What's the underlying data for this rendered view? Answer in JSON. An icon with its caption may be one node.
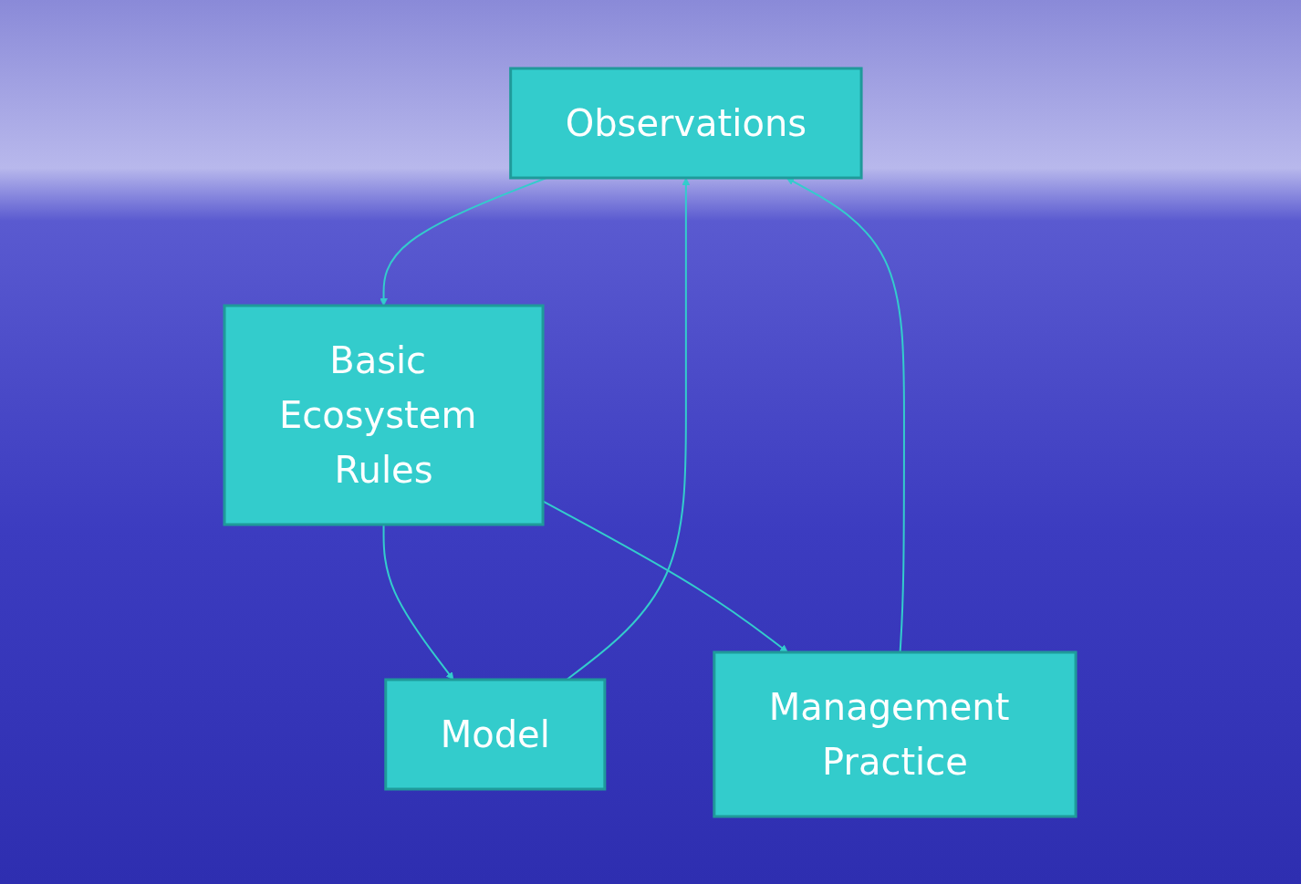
{
  "diagram": {
    "nodes": [
      {
        "text": [
          "Observations"
        ]
      },
      {
        "text": [
          "Basic Ecosystem Rules"
        ]
      },
      {
        "text": [
          "Model"
        ]
      },
      {
        "text": [
          "Management Practice"
        ]
      }
    ],
    "edges": [
      {
        "from": 0,
        "to": 1,
        "arrow": "to"
      },
      {
        "from": 1,
        "to": 2,
        "arrow": "to"
      },
      {
        "from": 1,
        "to": 3,
        "arrow": "to"
      },
      {
        "from": 2,
        "to": 0,
        "arrow": "to"
      },
      {
        "from": 3,
        "to": 0,
        "arrow": "to"
      }
    ]
  }
}
